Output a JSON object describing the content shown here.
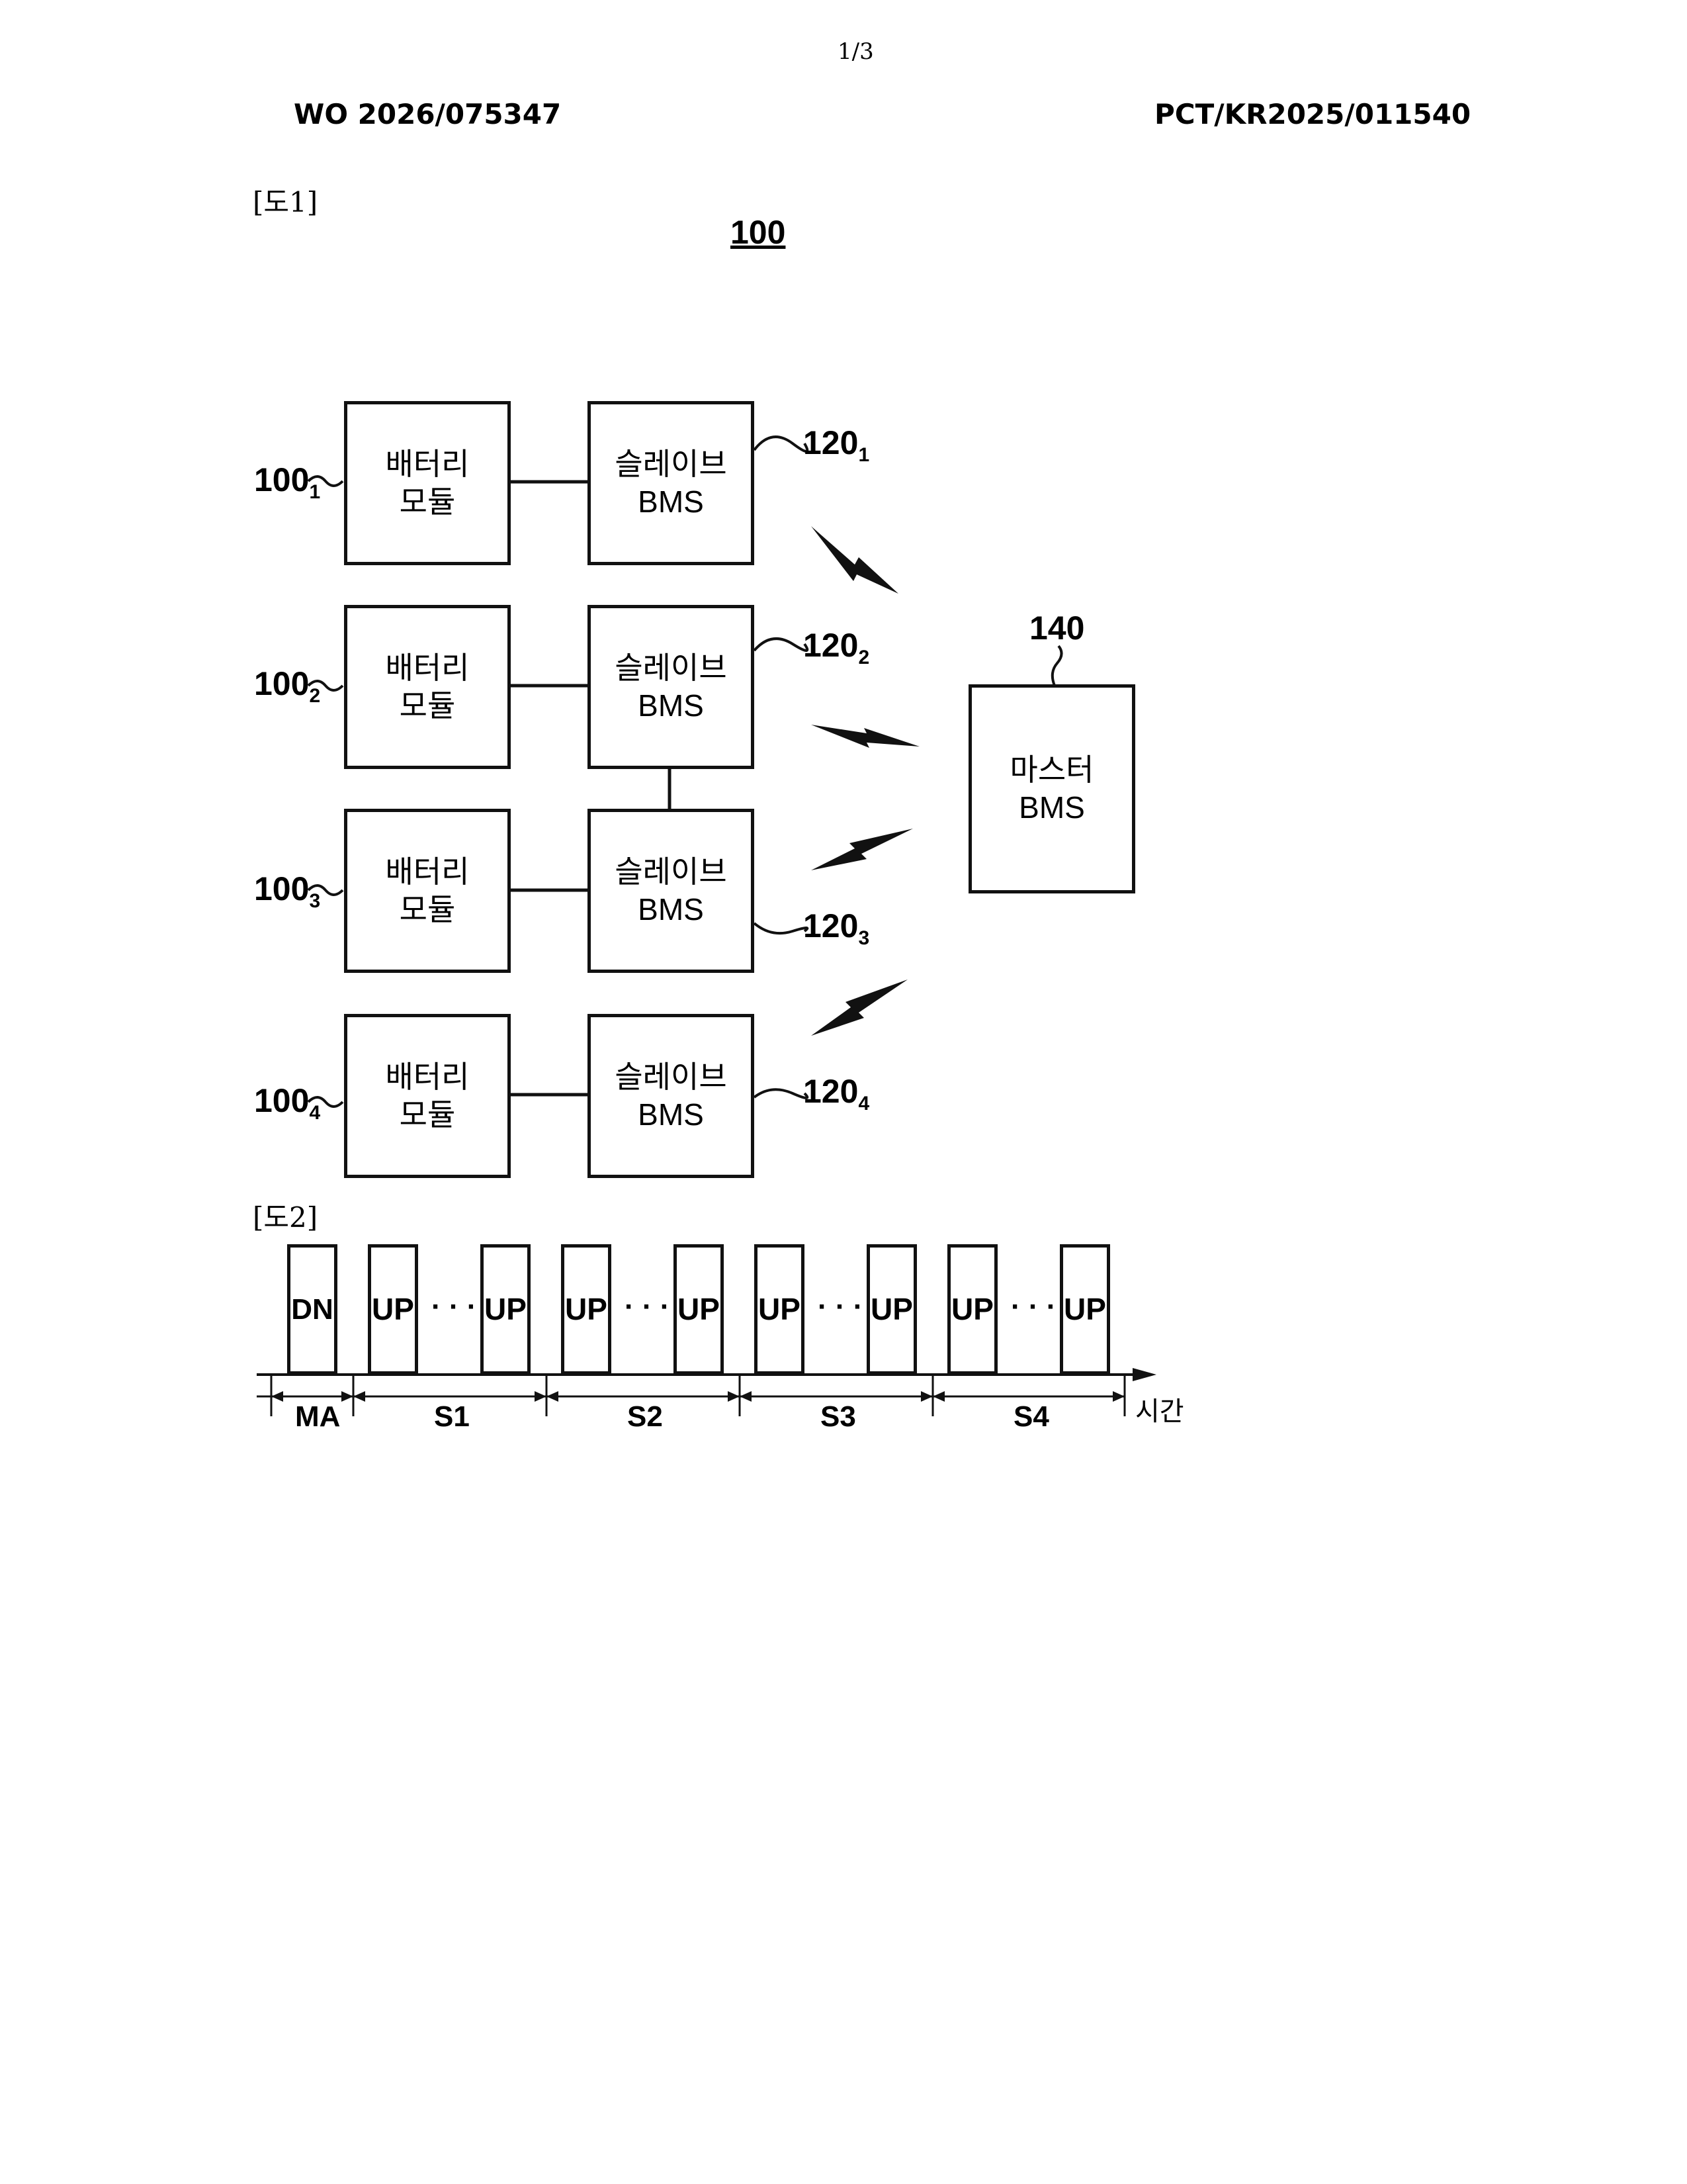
{
  "header": {
    "page_number": "1/3",
    "publication_number": "WO 2026/075347",
    "application_number": "PCT/KR2025/011540"
  },
  "figure1": {
    "label": "[도1]",
    "system_ref": "100",
    "battery_label_line1": "배터리",
    "battery_label_line2": "모듈",
    "slave_label_line1": "슬레이브",
    "slave_label_line2": "BMS",
    "master_label_line1": "마스터",
    "master_label_line2": "BMS",
    "master_ref": "140",
    "modules": [
      {
        "ref_main": "100",
        "ref_sub": "1",
        "slave_ref_main": "120",
        "slave_ref_sub": "1"
      },
      {
        "ref_main": "100",
        "ref_sub": "2",
        "slave_ref_main": "120",
        "slave_ref_sub": "2"
      },
      {
        "ref_main": "100",
        "ref_sub": "3",
        "slave_ref_main": "120",
        "slave_ref_sub": "3"
      },
      {
        "ref_main": "100",
        "ref_sub": "4",
        "slave_ref_main": "120",
        "slave_ref_sub": "4"
      }
    ]
  },
  "figure2": {
    "label": "[도2]",
    "downlink_label": "DN",
    "uplink_label": "UP",
    "ellipsis": "· · ·",
    "time_axis_label": "시간",
    "periods": [
      "MA",
      "S1",
      "S2",
      "S3",
      "S4"
    ]
  }
}
